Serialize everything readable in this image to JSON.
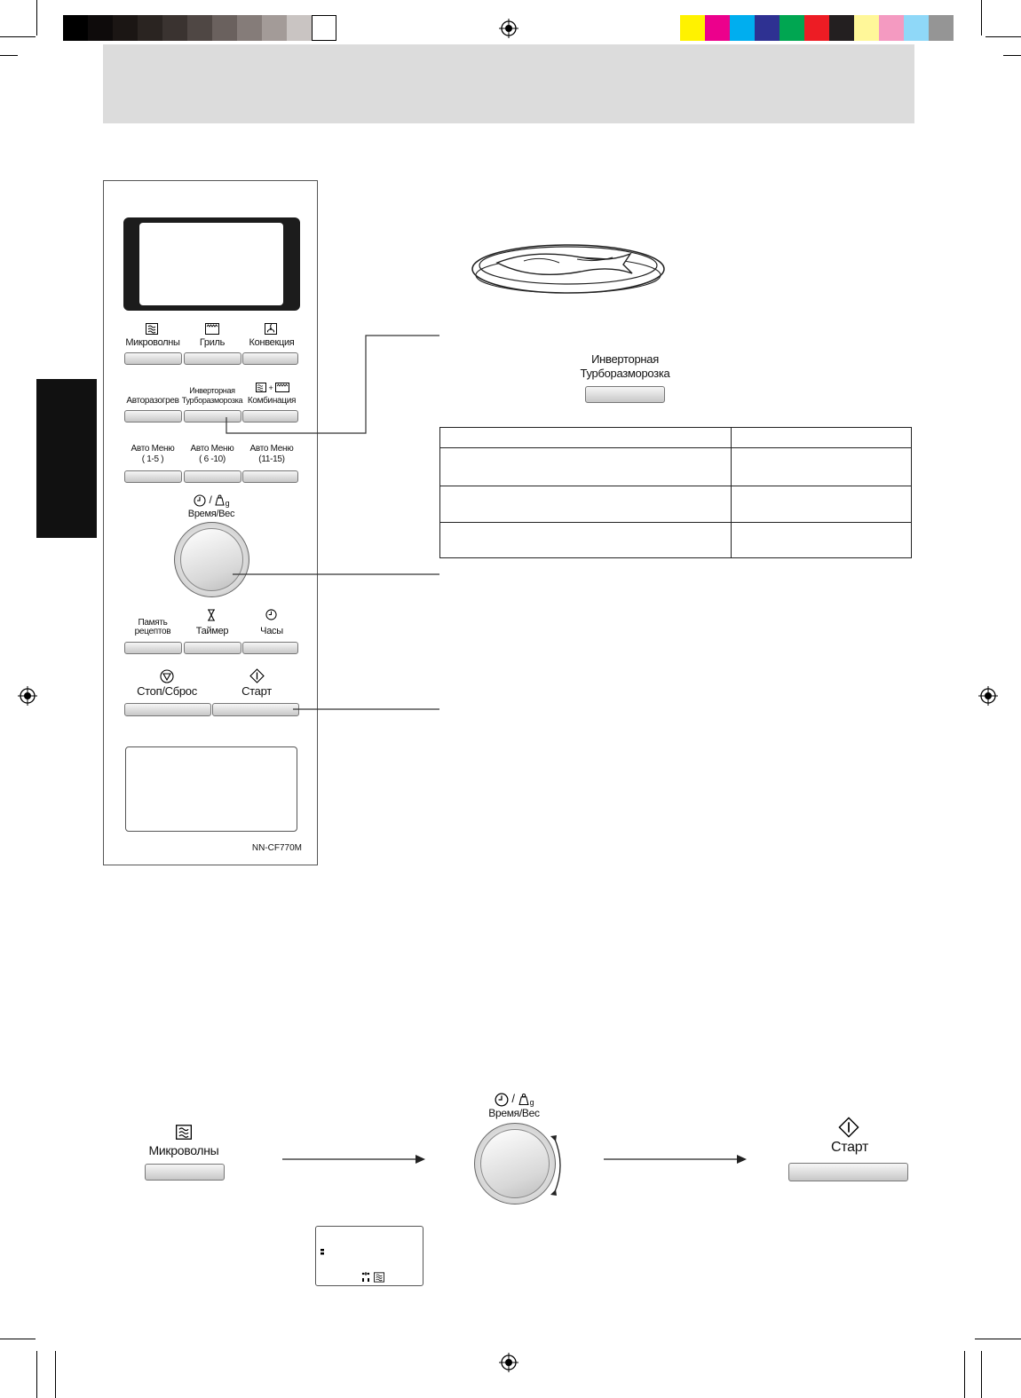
{
  "panel": {
    "buttons": {
      "microwave": "Микроволны",
      "grill": "Гриль",
      "convection": "Конвекция",
      "auto_reheat": "Авторазогрев",
      "inverter_line1": "Инверторная",
      "inverter_line2": "Турборазморозка",
      "combination": "Комбинация",
      "auto_menu_1_line1": "Авто Меню",
      "auto_menu_1_line2": "( 1-5 )",
      "auto_menu_2_line1": "Авто Меню",
      "auto_menu_2_line2": "( 6 -10)",
      "auto_menu_3_line1": "Авто Меню",
      "auto_menu_3_line2": "(11-15)",
      "time_weight": "Время/Вес",
      "memory_line1": "Память",
      "memory_line2": "рецептов",
      "timer": "Таймер",
      "clock": "Часы",
      "stop_reset": "Стоп/Сброс",
      "start": "Старт"
    },
    "weight_unit": "g",
    "model": "NN-CF770M"
  },
  "callout": {
    "inverter_line1": "Инверторная",
    "inverter_line2": "Турборазморозка"
  },
  "sequence": {
    "step1_label": "Микроволны",
    "step2_label": "Время/Вес",
    "step2_unit": "g",
    "step3_label": "Старт"
  },
  "colors": {
    "gray_ramp": [
      "#000000",
      "#0e0b0b",
      "#1b1614",
      "#2a2421",
      "#3a3330",
      "#4f4744",
      "#6a615e",
      "#857c79",
      "#a39b98",
      "#c9c4c2",
      "#ffffff"
    ],
    "process": [
      "#fff200",
      "#ec008c",
      "#00aeef",
      "#2e3192",
      "#00a651",
      "#ed1c24",
      "#231f20",
      "#fff799",
      "#f49ac1",
      "#8fd8f8",
      "#959595"
    ],
    "header_gray": "#dcdcdc"
  }
}
